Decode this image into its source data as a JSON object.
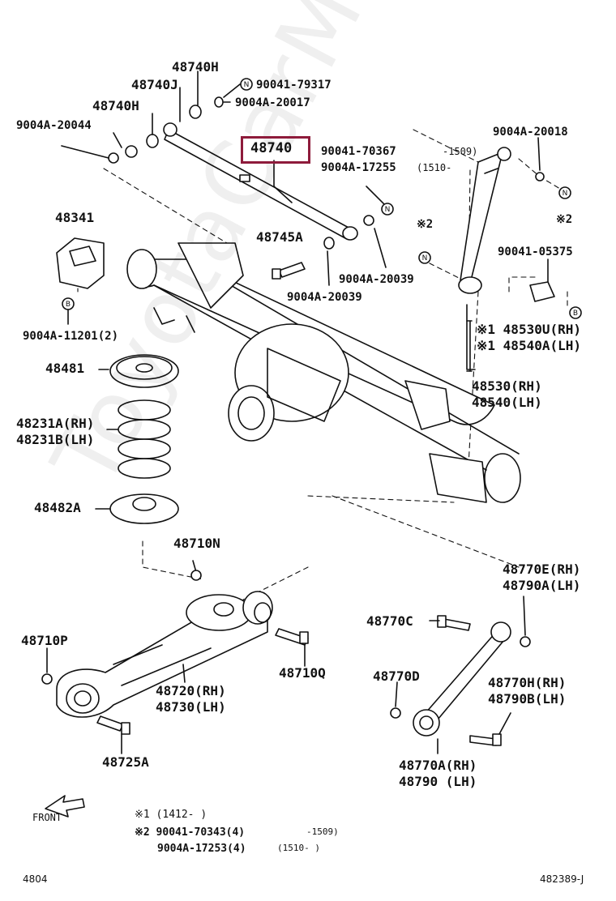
{
  "labels": {
    "p48740H_top": "48740H",
    "p48740J": "48740J",
    "p90041_79317": "90041-79317",
    "p9004A_20017": "9004A-20017",
    "p48740H_left": "48740H",
    "p9004A_20044": "9004A-20044",
    "p48740": "48740",
    "p90041_70367": "90041-70367",
    "p1509a": "-1509)",
    "p9004A_17255": "9004A-17255",
    "p1510a": "(1510-",
    "p9004A_20018": "9004A-20018",
    "p48341": "48341",
    "p48745A": "48745A",
    "pKome2a": "※2",
    "pKome2b": "※2",
    "p90041_05375": "90041-05375",
    "p9004A_20039a": "9004A-20039",
    "p9004A_20039b": "9004A-20039",
    "p9004A_11201": "9004A-11201(2)",
    "p48530U": "※1 48530U(RH)",
    "p48540A": "※1 48540A(LH)",
    "p48481": "48481",
    "p48530": "48530(RH)",
    "p48540": "48540(LH)",
    "p48231A": "48231A(RH)",
    "p48231B": "48231B(LH)",
    "p48482A": "48482A",
    "p48710N": "48710N",
    "p48770E": "48770E(RH)",
    "p48790A": "48790A(LH)",
    "p48770C": "48770C",
    "p48710P": "48710P",
    "p48710Q": "48710Q",
    "p48770D": "48770D",
    "p48720": "48720(RH)",
    "p48730": "48730(LH)",
    "p48770H": "48770H(RH)",
    "p48790B": "48790B(LH)",
    "p48725A": "48725A",
    "p48770A": "48770A(RH)",
    "p48790": "48790 (LH)",
    "front": "FRONT"
  },
  "notes": {
    "n1": "※1 (1412-    )",
    "n2a": "※2 90041-70343(4)",
    "n2a_date": "-1509)",
    "n2b": "9004A-17253(4)",
    "n2b_date": "(1510-    )"
  },
  "footer": {
    "left": "4804",
    "right": "482389-J"
  },
  "watermark": "ToyotaCarMine.ru",
  "colors": {
    "highlight": "#8e1b3b",
    "ink": "#111111"
  }
}
